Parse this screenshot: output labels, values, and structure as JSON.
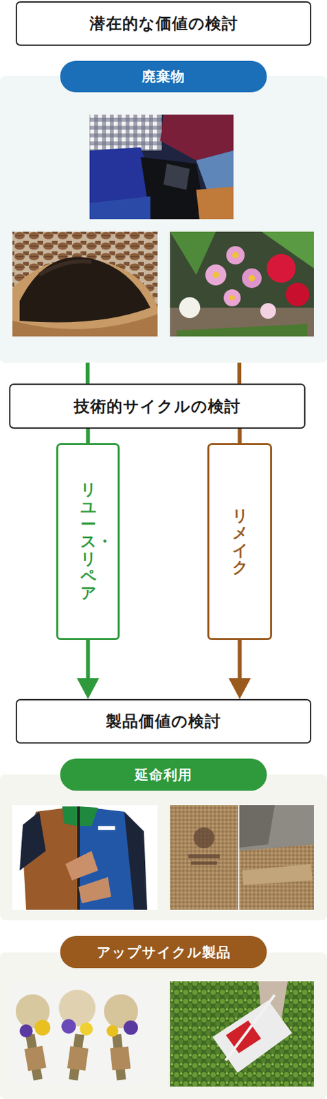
{
  "diagram": {
    "nodes": [
      {
        "text": [
          "潜在的な価値の検討"
        ]
      },
      {
        "text": [
          "廃棄物"
        ]
      },
      {
        "text": [
          "技術的サイクルの検討"
        ]
      },
      {
        "text": [
          "リユース・リペア"
        ]
      },
      {
        "text": [
          "リメイク"
        ]
      },
      {
        "text": [
          "製品価値の検討"
        ]
      },
      {
        "text": [
          "延命利用"
        ]
      },
      {
        "text": [
          "アップサイクル製品"
        ]
      }
    ],
    "edges": [
      {
        "from": 2,
        "to": 3,
        "arrow": "none"
      },
      {
        "from": 3,
        "to": 5,
        "arrow": "to"
      },
      {
        "from": 2,
        "to": 4,
        "arrow": "none"
      },
      {
        "from": 4,
        "to": 5,
        "arrow": "to"
      }
    ]
  }
}
